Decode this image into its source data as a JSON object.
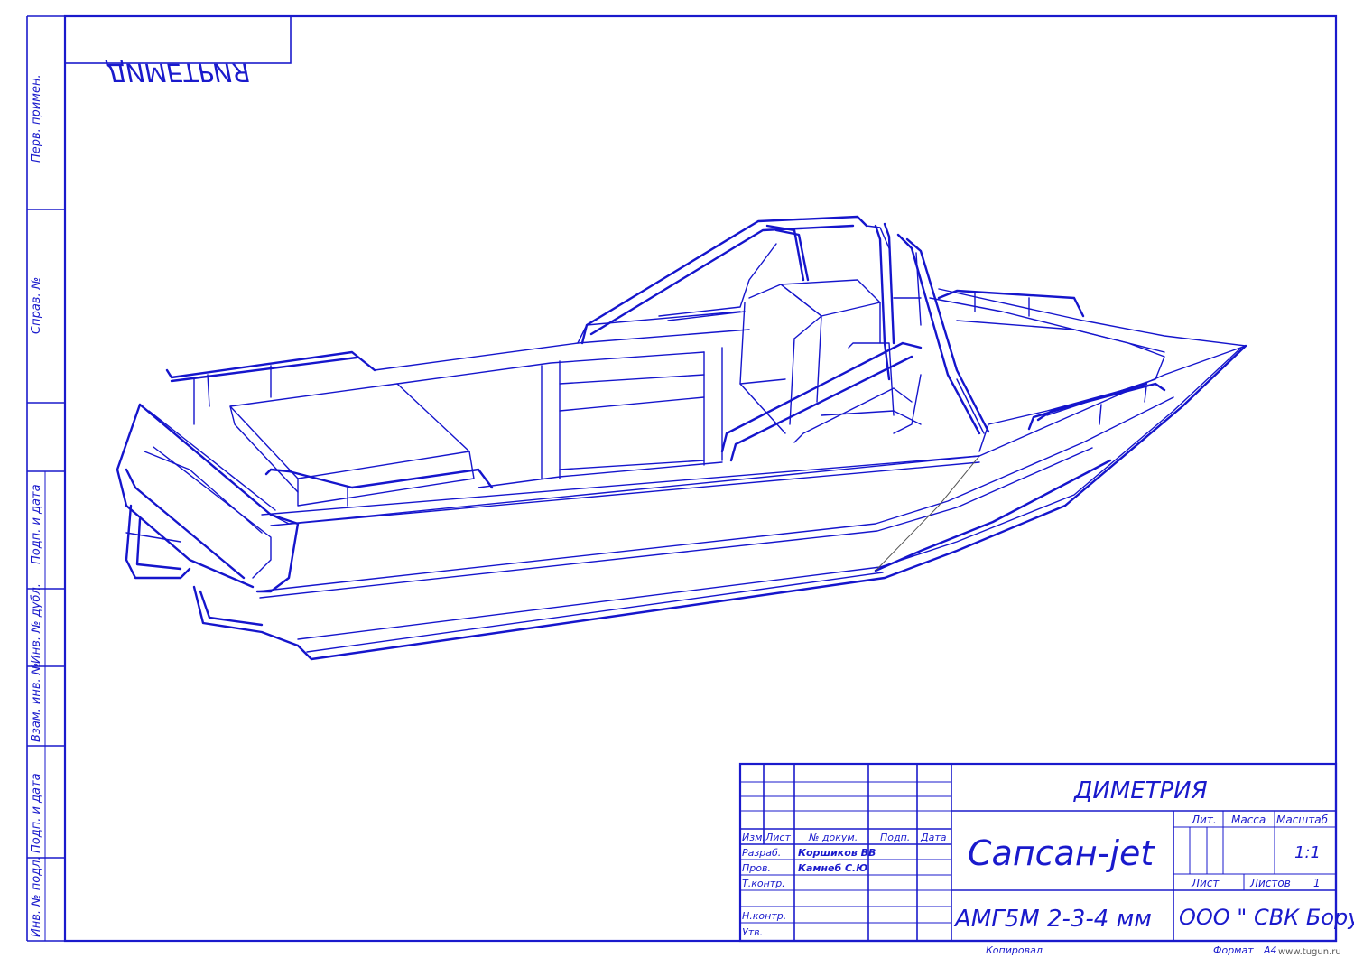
{
  "sheet": {
    "mirrored_title": "ДИМЕТРИЯ",
    "side_labels": [
      "Перв. примен.",
      "Справ. №",
      "Подп. и дата",
      "Инв. № дубл.",
      "Взам. инв. №",
      "Подп. и дата",
      "Инв. № подл."
    ]
  },
  "title_block": {
    "view_name": "ДИМЕТРИЯ",
    "product_name": "Сапсан-jet",
    "material": "АМГ5М 2-3-4 мм",
    "organization": "ООО \" СВК Борус \"",
    "col_izm": "Изм.",
    "col_list": "Лист",
    "col_doc": "№ докум.",
    "col_podp": "Подп.",
    "col_data": "Дата",
    "role_razrab": "Разраб.",
    "role_prov": "Пров.",
    "role_tkontr": "Т.контр.",
    "role_nkontr": "Н.контр.",
    "role_utv": "Утв.",
    "razrab_name": "Коршиков ВВ",
    "prov_name": "Камнеб С.Ю",
    "lit_label": "Лит.",
    "massa_label": "Масса",
    "masshtab_label": "Масштаб",
    "masshtab_value": "1:1",
    "list_label": "Лист",
    "listov_label": "Листов",
    "listov_value": "1",
    "kopiroval": "Копировал",
    "format_label": "Формат",
    "format_value": "А4",
    "watermark": "www.tugun.ru"
  }
}
